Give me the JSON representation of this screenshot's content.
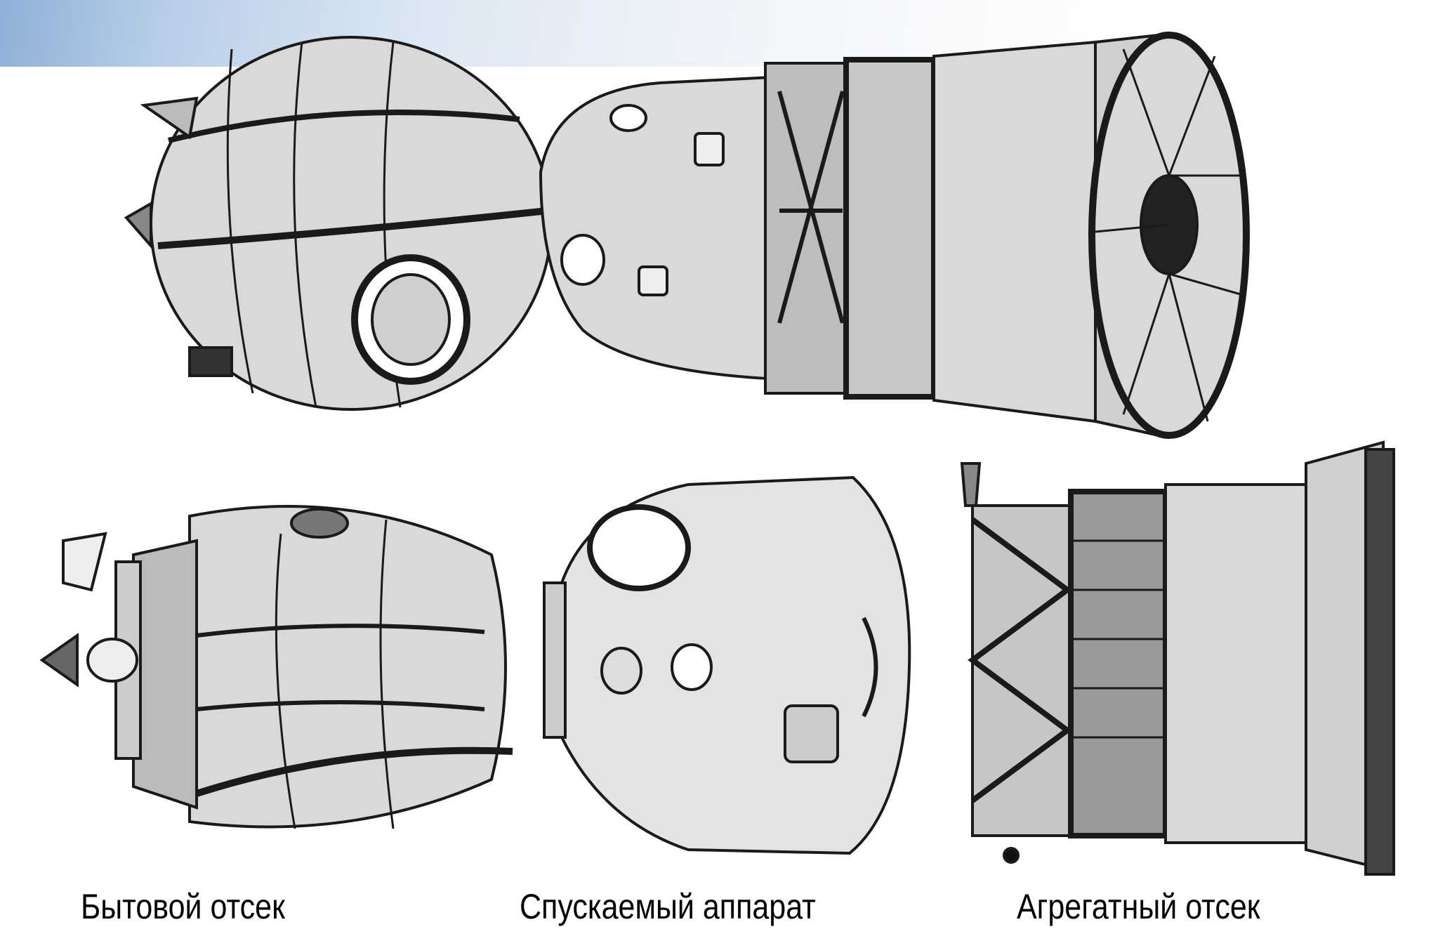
{
  "colors": {
    "hull": "#d9d9d9",
    "line": "#1a1a1a",
    "dark": "#555555",
    "band": "#b9cfe8"
  },
  "labels": {
    "orbital_module": "Бытовой отсек",
    "descent_module": "Спускаемый аппарат",
    "service_module": "Агрегатный отсек"
  }
}
